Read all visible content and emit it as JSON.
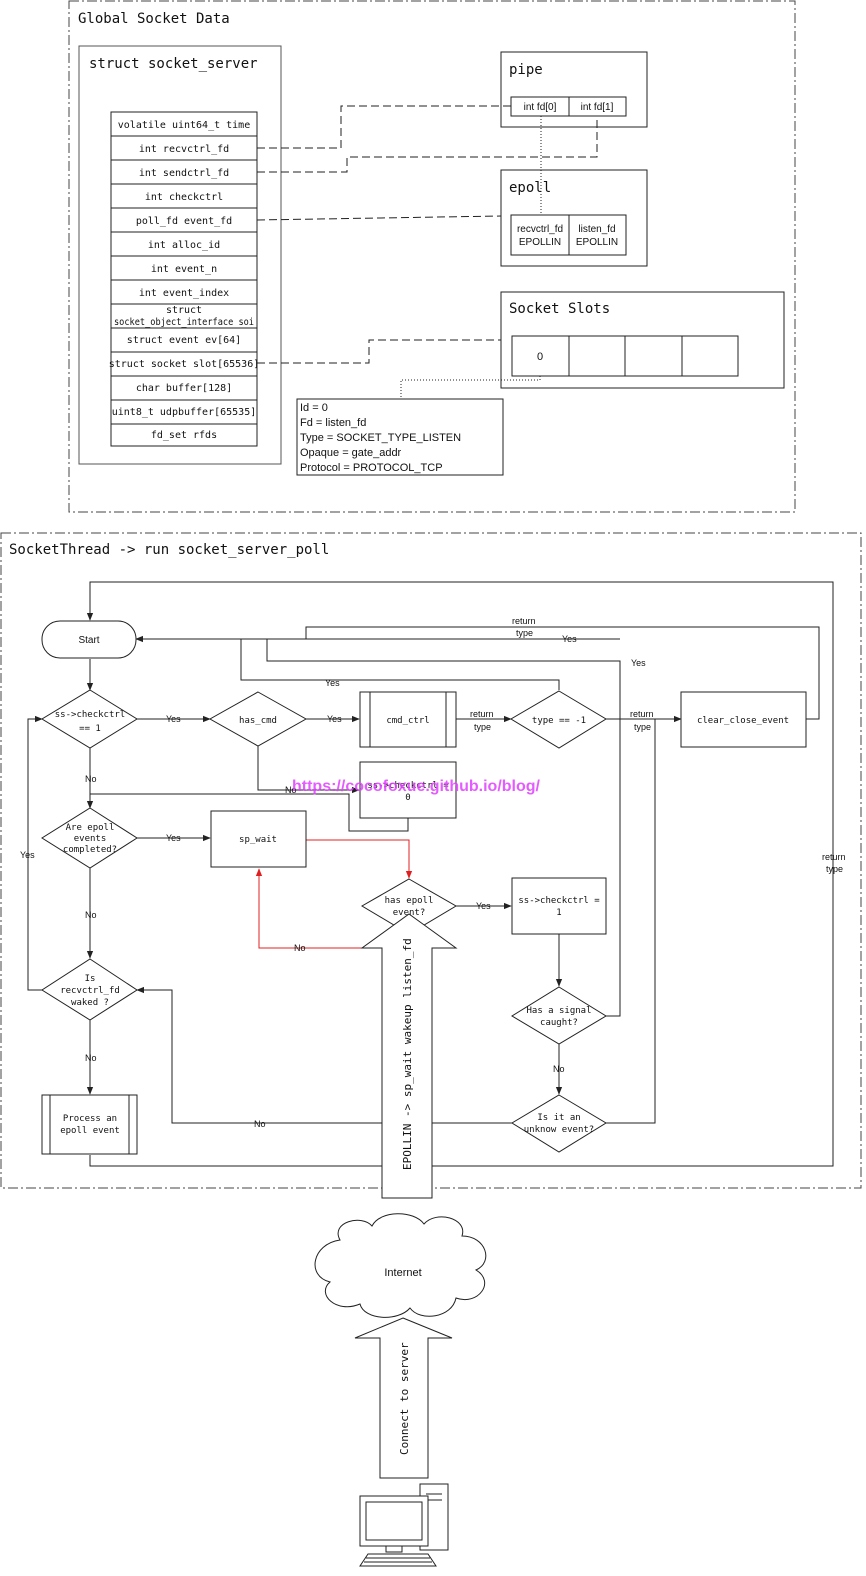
{
  "global": {
    "title": "Global Socket Data",
    "struct_title": "struct socket_server",
    "fields": [
      "volatile uint64_t time",
      "int recvctrl_fd",
      "int sendctrl_fd",
      "int checkctrl",
      "poll_fd event_fd",
      "int alloc_id",
      "int event_n",
      "int event_index",
      "struct",
      "socket_object_interface soi",
      "struct event ev[64]",
      "struct socket slot[65536]",
      "char buffer[128]",
      "uint8_t udpbuffer[65535]",
      "fd_set rfds"
    ],
    "pipe": {
      "title": "pipe",
      "fd0": "int fd[0]",
      "fd1": "int fd[1]"
    },
    "epoll": {
      "title": "epoll",
      "recv_line1": "recvctrl_fd",
      "recv_line2": "EPOLLIN",
      "listen_line1": "listen_fd",
      "listen_line2": "EPOLLIN"
    },
    "slots": {
      "title": "Socket Slots",
      "first": "0"
    },
    "slot_detail": [
      "Id = 0",
      "Fd = listen_fd",
      "Type = SOCKET_TYPE_LISTEN",
      "Opaque = gate_addr",
      "Protocol = PROTOCOL_TCP"
    ]
  },
  "thread": {
    "title": "SocketThread -> run socket_server_poll",
    "start": "Start",
    "checkctrl_1": "ss->checkctrl",
    "checkctrl_2": "== 1",
    "has_cmd": "has_cmd",
    "cmd_ctrl": "cmd_ctrl",
    "type_eq": "type == -1",
    "clear_close_event": "clear_close_event",
    "set_zero_1": "ss->checkctrl =",
    "set_zero_2": "0",
    "epoll_completed_1": "Are epoll",
    "epoll_completed_2": "events",
    "epoll_completed_3": "completed?",
    "sp_wait": "sp_wait",
    "has_epoll_1": "has epoll",
    "has_epoll_2": "event?",
    "set_one_1": "ss->checkctrl =",
    "set_one_2": "1",
    "signal_1": "Has a signal",
    "signal_2": "caught?",
    "unknow_1": "Is it an",
    "unknow_2": "unknow event?",
    "recvctrl_1": "Is",
    "recvctrl_2": "recvctrl_fd",
    "recvctrl_3": "waked ?",
    "process_1": "Process an",
    "process_2": "epoll event",
    "label_yes": "Yes",
    "label_no": "No",
    "label_return": "return",
    "label_type": "type",
    "watermark": "https://cocofoxue.github.io/blog/"
  },
  "bottom": {
    "epollin_arrow": "EPOLLIN -> sp_wait wakeup listen_fd",
    "internet": "Internet",
    "connect": "Connect to server"
  }
}
